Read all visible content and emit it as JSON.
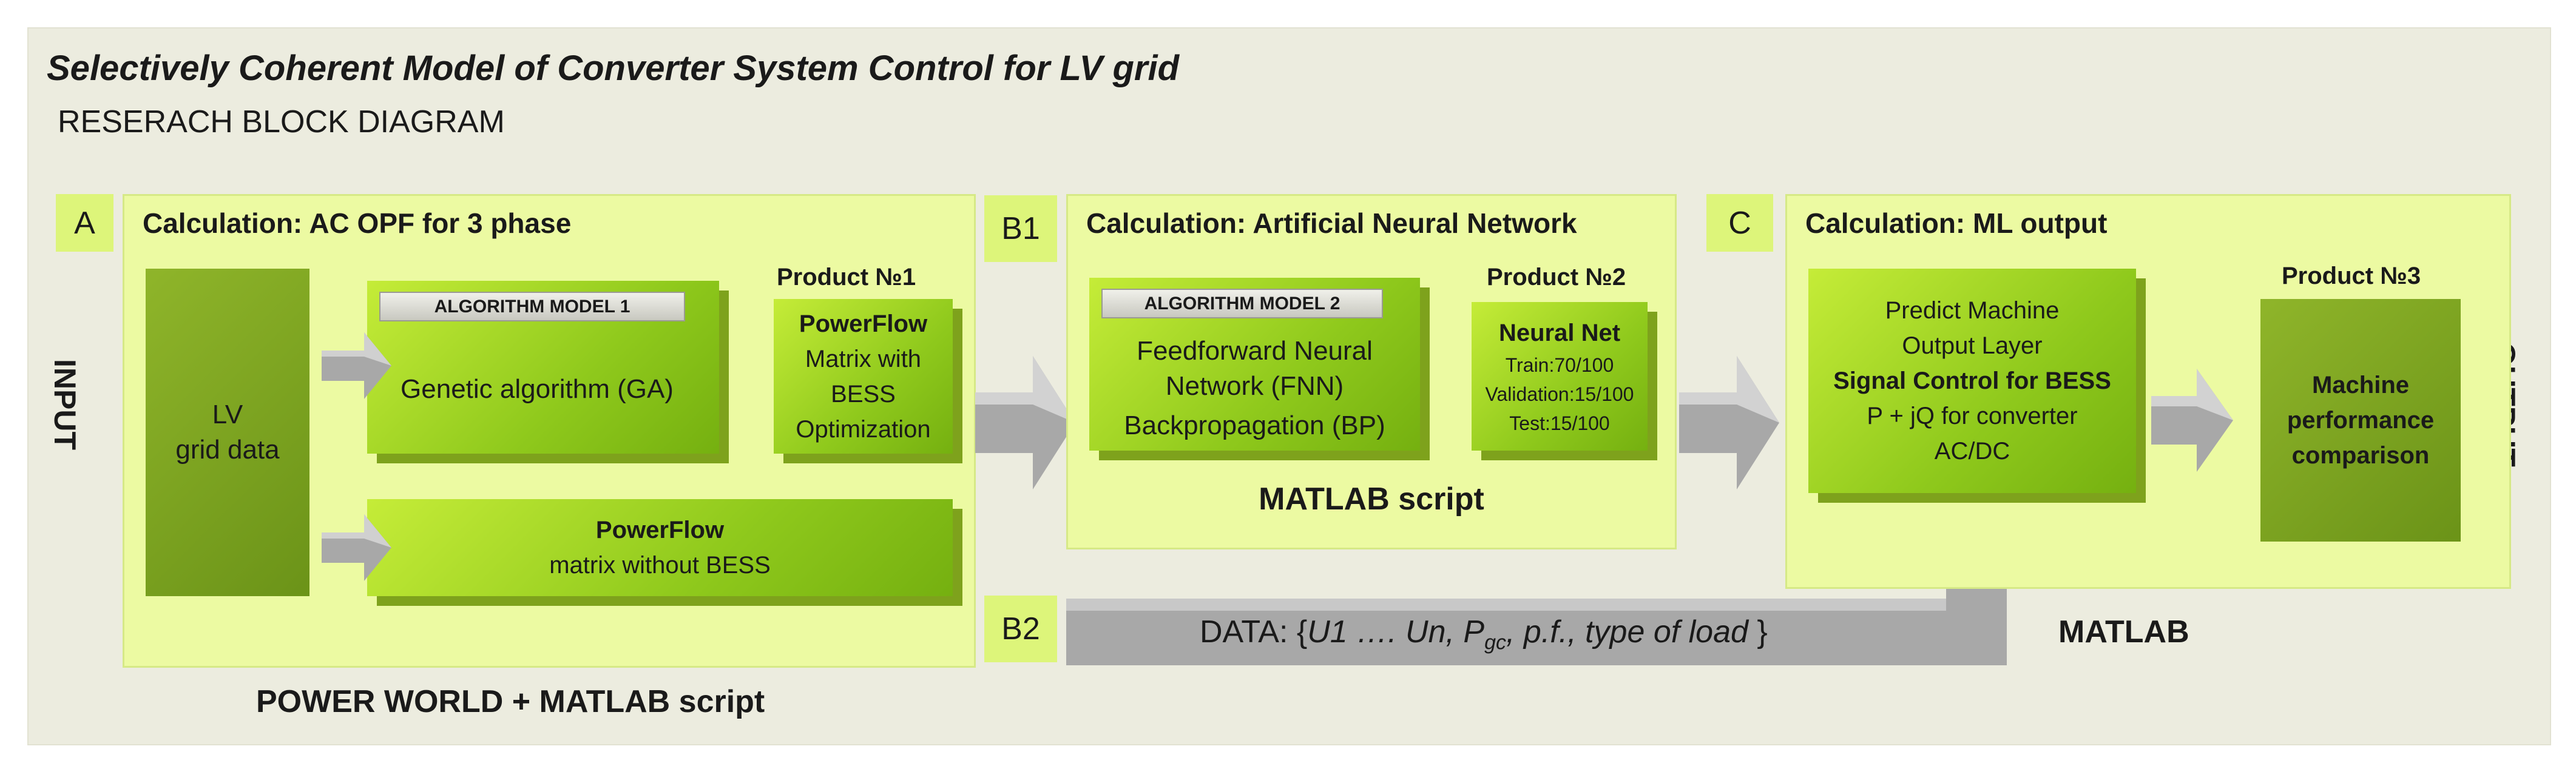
{
  "header": {
    "title": "Selectively Coherent Model of Converter System Control for LV grid",
    "subtitle": "RESERACH BLOCK DIAGRAM"
  },
  "side_labels": {
    "input": "INPUT",
    "output": "OUTPUT"
  },
  "block_a": {
    "tag": "A",
    "title": "Calculation: AC OPF for 3 phase",
    "grid_data": [
      "LV",
      "grid data"
    ],
    "algorithm_tag": "ALGORITHM MODEL 1",
    "algorithm_text": "Genetic algorithm (GA)",
    "product_label": "Product  №1",
    "product_title": "PowerFlow",
    "product_lines": [
      "Matrix with",
      "BESS",
      "Optimization"
    ],
    "powerflow_title": "PowerFlow",
    "powerflow_sub": "matrix without BESS",
    "footer": "POWER WORLD + MATLAB script"
  },
  "block_b1": {
    "tag": "B1",
    "title": "Calculation: Artificial Neural Network",
    "algorithm_tag": "ALGORITHM MODEL 2",
    "algorithm_lines": [
      "Feedforward Neural",
      "Network (FNN)"
    ],
    "algorithm_extra": "Backpropagation (BP)",
    "product_label": "Product  №2",
    "product_title": "Neural Net",
    "product_lines": [
      "Train:70/100",
      "Validation:15/100",
      "Test:15/100"
    ],
    "footer": "MATLAB script"
  },
  "block_b2": {
    "tag": "B2",
    "data_prefix": "DATA: {",
    "data_vars": "U1 …. Un, P",
    "data_sub": "gc",
    "data_rest": ", p.f., type of load",
    "data_suffix": " }"
  },
  "block_c": {
    "tag": "C",
    "title": "Calculation: ML output",
    "lines": [
      "Predict Machine",
      "Output Layer"
    ],
    "bold_line": "Signal Control for BESS",
    "lines2": [
      "P + jQ for converter",
      "AC/DC"
    ],
    "product_label": "Product  №3",
    "product_lines": [
      "Machine",
      "performance",
      "comparison"
    ],
    "footer": "MATLAB"
  },
  "colors": {
    "panel": "#ecfaa2",
    "box_green": "#8fc91c",
    "box_dark": "#6b9318",
    "arrow_gray": "#a8a8a8",
    "background": "#ececdf"
  }
}
